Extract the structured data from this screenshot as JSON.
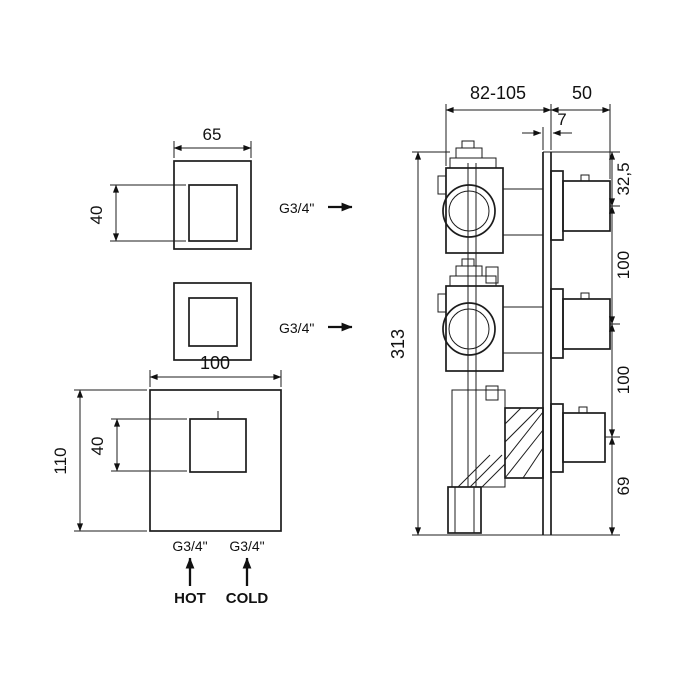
{
  "front_view": {
    "top_plate": {
      "width": "65",
      "inner_height": "40"
    },
    "bottom_plate": {
      "width": "100",
      "height": "110",
      "inner_height": "40"
    },
    "inlet_top": "G3/4\"",
    "inlet_middle": "G3/4\"",
    "inlet_hot": "G3/4\"",
    "inlet_cold": "G3/4\"",
    "hot": "HOT",
    "cold": "COLD"
  },
  "side_view": {
    "depth_range": "82-105",
    "handle_length": "50",
    "plate_thickness": "7",
    "total_height": "313",
    "top_offset": "32,5",
    "spacing_upper": "100",
    "spacing_lower": "100",
    "bottom_offset": "69"
  }
}
